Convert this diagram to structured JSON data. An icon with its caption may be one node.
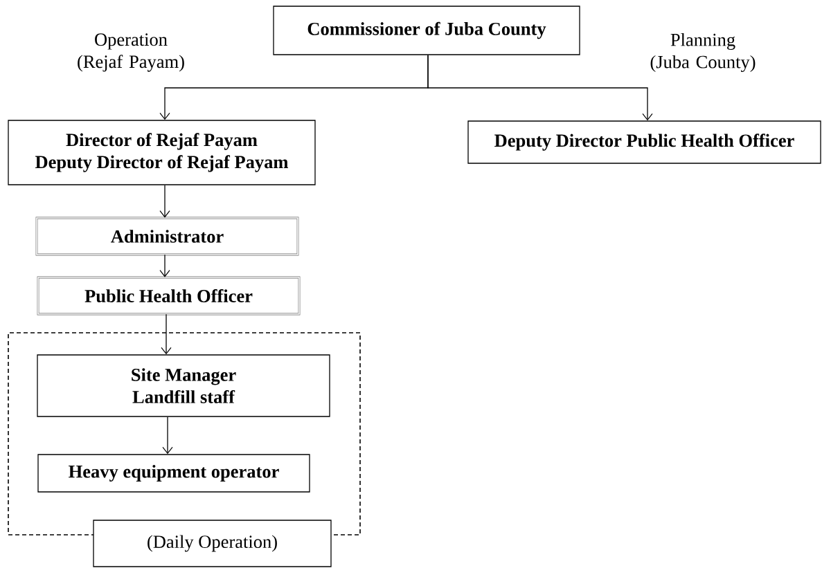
{
  "diagram": {
    "nodes": [
      {
        "text": [
          "Commissioner of Juba County"
        ]
      },
      {
        "text": [
          "Director of Rejaf Payam",
          "Deputy Director of Rejaf Payam"
        ]
      },
      {
        "text": [
          "Deputy Director Public Health Officer"
        ]
      },
      {
        "text": [
          "Administrator"
        ]
      },
      {
        "text": [
          "Public Health Officer"
        ]
      },
      {
        "text": [],
        "shape": "box"
      },
      {
        "text": [
          "Site Manager",
          "Landfill staff"
        ],
        "in": 5
      },
      {
        "text": [
          "Heavy equipment operator"
        ],
        "in": 5
      },
      {
        "text": [
          "(Daily Operation)"
        ]
      }
    ],
    "edges": [
      {
        "from": 0,
        "to": 1,
        "arrow": "to"
      },
      {
        "from": 0,
        "to": 2,
        "arrow": "to"
      },
      {
        "from": 1,
        "to": 3,
        "arrow": "to"
      },
      {
        "from": 3,
        "to": 4,
        "arrow": "to"
      },
      {
        "from": 4,
        "to": 6,
        "arrow": "to"
      },
      {
        "from": 6,
        "to": 7,
        "arrow": "to"
      }
    ],
    "labels": [
      "Operation (Rejaf Payam)",
      "Planning (Juba County)"
    ]
  }
}
